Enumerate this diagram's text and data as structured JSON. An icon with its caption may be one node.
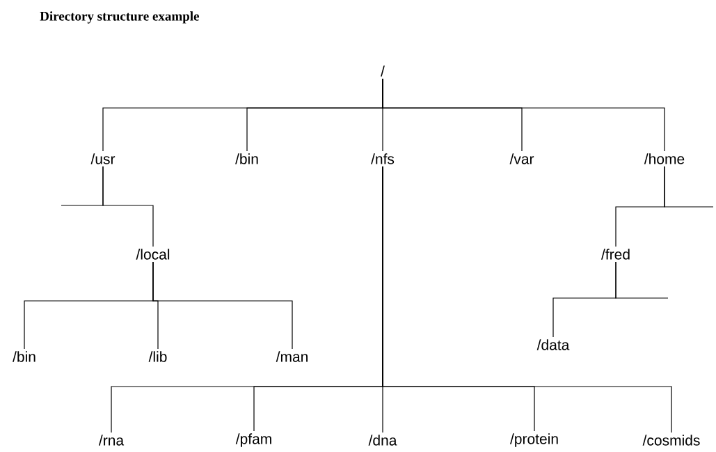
{
  "diagram": {
    "title": "Directory structure example",
    "nodes": [
      {
        "text": [
          "/"
        ]
      },
      {
        "text": [
          "/usr"
        ]
      },
      {
        "text": [
          "/bin"
        ]
      },
      {
        "text": [
          "/nfs"
        ]
      },
      {
        "text": [
          "/var"
        ]
      },
      {
        "text": [
          "/home"
        ]
      },
      {
        "text": [
          "/local"
        ]
      },
      {
        "text": [
          "/bin"
        ]
      },
      {
        "text": [
          "/lib"
        ]
      },
      {
        "text": [
          "/man"
        ]
      },
      {
        "text": [
          "/fred"
        ]
      },
      {
        "text": [
          "/data"
        ]
      },
      {
        "text": [
          "/rna"
        ]
      },
      {
        "text": [
          "/pfam"
        ]
      },
      {
        "text": [
          "/dna"
        ]
      },
      {
        "text": [
          "/protein"
        ]
      },
      {
        "text": [
          "/cosmids"
        ]
      }
    ],
    "edges": [
      {
        "from": 0,
        "to": 1,
        "arrow": "none"
      },
      {
        "from": 0,
        "to": 2,
        "arrow": "none"
      },
      {
        "from": 0,
        "to": 3,
        "arrow": "none"
      },
      {
        "from": 0,
        "to": 4,
        "arrow": "none"
      },
      {
        "from": 0,
        "to": 5,
        "arrow": "none"
      },
      {
        "from": 1,
        "to": 6,
        "arrow": "none"
      },
      {
        "from": 1,
        "to": null,
        "arrow": "none"
      },
      {
        "from": 6,
        "to": 7,
        "arrow": "none"
      },
      {
        "from": 6,
        "to": 8,
        "arrow": "none"
      },
      {
        "from": 6,
        "to": 9,
        "arrow": "none"
      },
      {
        "from": 5,
        "to": 10,
        "arrow": "none"
      },
      {
        "from": 5,
        "to": null,
        "arrow": "none"
      },
      {
        "from": 10,
        "to": 11,
        "arrow": "none"
      },
      {
        "from": 10,
        "to": null,
        "arrow": "none"
      },
      {
        "from": 3,
        "to": 12,
        "arrow": "none"
      },
      {
        "from": 3,
        "to": 13,
        "arrow": "none"
      },
      {
        "from": 3,
        "to": 14,
        "arrow": "none"
      },
      {
        "from": 3,
        "to": 15,
        "arrow": "none"
      },
      {
        "from": 3,
        "to": 16,
        "arrow": "none"
      }
    ]
  }
}
